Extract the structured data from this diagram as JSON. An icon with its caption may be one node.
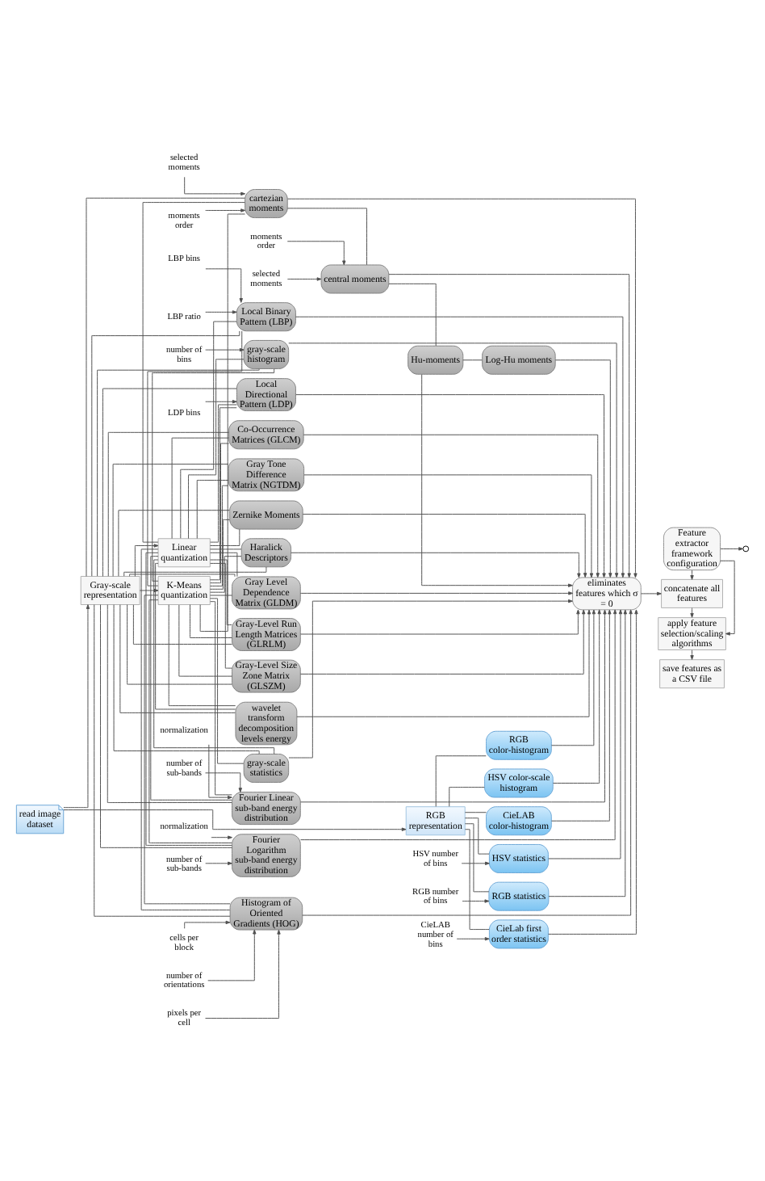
{
  "diagram": {
    "nodes": [
      {
        "text": [
          "read image dataset"
        ]
      },
      {
        "text": [
          "Gray-scale representation"
        ]
      },
      {
        "text": [
          "RGB representation"
        ]
      },
      {
        "text": [
          "Linear quantization"
        ]
      },
      {
        "text": [
          "K-Means quantization"
        ]
      },
      {
        "text": [
          "cartezian moments"
        ]
      },
      {
        "text": [
          "central moments"
        ]
      },
      {
        "text": [
          "Hu-moments"
        ]
      },
      {
        "text": [
          "Log-Hu moments"
        ]
      },
      {
        "text": [
          "gray-scale histogram"
        ]
      },
      {
        "text": [
          "gray-scale statistics"
        ]
      },
      {
        "text": [
          "Local Binary Pattern (LBP)"
        ]
      },
      {
        "text": [
          "Local Directional Pattern (LDP)"
        ]
      },
      {
        "text": [
          "Histogram of Oriented Gradients (HOG)"
        ]
      },
      {
        "text": [
          "Zernike Moments"
        ]
      },
      {
        "text": [
          "Haralick Descriptors"
        ]
      },
      {
        "text": [
          "Co-Occurrence Matrices (GLCM)"
        ]
      },
      {
        "text": [
          "Gray Level Dependence Matrix (GLDM)"
        ]
      },
      {
        "text": [
          "Gray-Level Run Length Matrices (GLRLM)"
        ]
      },
      {
        "text": [
          "Gray-Level Size Zone Matrix (GLSZM)"
        ]
      },
      {
        "text": [
          "Gray Tone Difference Matrix (NGTDM)"
        ]
      },
      {
        "text": [
          "Fourier Linear sub-band energy distribution"
        ]
      },
      {
        "text": [
          "Fourier Logarithm sub-band energy distribution"
        ]
      },
      {
        "text": [
          "wavelet transform decomposition levels energy"
        ]
      },
      {
        "text": [
          "RGB color-histogram"
        ]
      },
      {
        "text": [
          "HSV color-scale histogram"
        ]
      },
      {
        "text": [
          "CieLAB color-histogram"
        ]
      },
      {
        "text": [
          "HSV statistics"
        ]
      },
      {
        "text": [
          "RGB statistics"
        ]
      },
      {
        "text": [
          "CieLab first order statistics"
        ]
      },
      {
        "text": [
          "eliminates features which σ = 0"
        ]
      },
      {
        "text": [
          "concatenate all features"
        ]
      },
      {
        "text": [
          "apply feature selection/scaling algorithms"
        ]
      },
      {
        "text": [
          "save features as a CSV file"
        ]
      },
      {
        "text": [
          "Feature extractor framework configuration"
        ]
      },
      {
        "text": [
          "selected moments"
        ]
      },
      {
        "text": [
          "moments order"
        ]
      },
      {
        "text": [
          "selected moments"
        ]
      },
      {
        "text": [
          "moments order"
        ]
      },
      {
        "text": [
          "number of bins"
        ]
      },
      {
        "text": [
          "LBP ratio"
        ]
      },
      {
        "text": [
          "LBP bins"
        ]
      },
      {
        "text": [
          "LDP bins"
        ]
      },
      {
        "text": [
          "pixels per cell"
        ]
      },
      {
        "text": [
          "cells per block"
        ]
      },
      {
        "text": [
          "number of orientations"
        ]
      },
      {
        "text": [
          "HSV number of bins"
        ]
      },
      {
        "text": [
          "RGB number of bins"
        ]
      },
      {
        "text": [
          "CieLAB number of bins"
        ]
      },
      {
        "text": [
          "normalization"
        ]
      },
      {
        "text": [
          "number of sub-bands"
        ]
      },
      {
        "text": [
          "normalization"
        ]
      },
      {
        "text": [
          "number of sub-bands"
        ]
      }
    ],
    "edges": [
      {
        "from": 0,
        "to": 1,
        "arrow": "to"
      },
      {
        "from": 0,
        "to": 2,
        "arrow": "to"
      },
      {
        "from": 1,
        "to": 3,
        "arrow": "to"
      },
      {
        "from": 1,
        "to": 4,
        "arrow": "to"
      },
      {
        "from": 1,
        "to": 5,
        "arrow": "none"
      },
      {
        "from": 1,
        "to": 9,
        "arrow": "none"
      },
      {
        "from": 1,
        "to": 10,
        "arrow": "none"
      },
      {
        "from": 1,
        "to": 11,
        "arrow": "none"
      },
      {
        "from": 1,
        "to": 12,
        "arrow": "none"
      },
      {
        "from": 1,
        "to": 13,
        "arrow": "none"
      },
      {
        "from": 1,
        "to": 14,
        "arrow": "none"
      },
      {
        "from": 1,
        "to": 15,
        "arrow": "none"
      },
      {
        "from": 1,
        "to": 16,
        "arrow": "none"
      },
      {
        "from": 1,
        "to": 17,
        "arrow": "none"
      },
      {
        "from": 1,
        "to": 18,
        "arrow": "none"
      },
      {
        "from": 1,
        "to": 19,
        "arrow": "none"
      },
      {
        "from": 1,
        "to": 20,
        "arrow": "none"
      },
      {
        "from": 1,
        "to": 21,
        "arrow": "none"
      },
      {
        "from": 1,
        "to": 22,
        "arrow": "none"
      },
      {
        "from": 1,
        "to": 23,
        "arrow": "none"
      },
      {
        "from": 3,
        "to": 5,
        "arrow": "none"
      },
      {
        "from": 3,
        "to": 9,
        "arrow": "none"
      },
      {
        "from": 3,
        "to": 10,
        "arrow": "none"
      },
      {
        "from": 3,
        "to": 11,
        "arrow": "none"
      },
      {
        "from": 3,
        "to": 12,
        "arrow": "none"
      },
      {
        "from": 3,
        "to": 13,
        "arrow": "none"
      },
      {
        "from": 3,
        "to": 14,
        "arrow": "none"
      },
      {
        "from": 3,
        "to": 15,
        "arrow": "none"
      },
      {
        "from": 3,
        "to": 16,
        "arrow": "none"
      },
      {
        "from": 3,
        "to": 17,
        "arrow": "none"
      },
      {
        "from": 3,
        "to": 18,
        "arrow": "none"
      },
      {
        "from": 3,
        "to": 19,
        "arrow": "none"
      },
      {
        "from": 3,
        "to": 20,
        "arrow": "none"
      },
      {
        "from": 3,
        "to": 21,
        "arrow": "none"
      },
      {
        "from": 3,
        "to": 22,
        "arrow": "none"
      },
      {
        "from": 3,
        "to": 23,
        "arrow": "none"
      },
      {
        "from": 4,
        "to": 5,
        "arrow": "none"
      },
      {
        "from": 4,
        "to": 9,
        "arrow": "none"
      },
      {
        "from": 4,
        "to": 10,
        "arrow": "none"
      },
      {
        "from": 4,
        "to": 11,
        "arrow": "none"
      },
      {
        "from": 4,
        "to": 12,
        "arrow": "none"
      },
      {
        "from": 4,
        "to": 13,
        "arrow": "none"
      },
      {
        "from": 4,
        "to": 14,
        "arrow": "none"
      },
      {
        "from": 4,
        "to": 15,
        "arrow": "none"
      },
      {
        "from": 4,
        "to": 16,
        "arrow": "none"
      },
      {
        "from": 4,
        "to": 17,
        "arrow": "none"
      },
      {
        "from": 4,
        "to": 18,
        "arrow": "none"
      },
      {
        "from": 4,
        "to": 19,
        "arrow": "none"
      },
      {
        "from": 4,
        "to": 20,
        "arrow": "none"
      },
      {
        "from": 4,
        "to": 21,
        "arrow": "none"
      },
      {
        "from": 4,
        "to": 22,
        "arrow": "none"
      },
      {
        "from": 4,
        "to": 23,
        "arrow": "none"
      },
      {
        "from": 5,
        "to": 6,
        "arrow": "none"
      },
      {
        "from": 6,
        "to": 7,
        "arrow": "none"
      },
      {
        "from": 7,
        "to": 8,
        "arrow": "none"
      },
      {
        "from": 2,
        "to": 24,
        "arrow": "none"
      },
      {
        "from": 2,
        "to": 25,
        "arrow": "none"
      },
      {
        "from": 2,
        "to": 26,
        "arrow": "none"
      },
      {
        "from": 2,
        "to": 27,
        "arrow": "none"
      },
      {
        "from": 2,
        "to": 28,
        "arrow": "none"
      },
      {
        "from": 2,
        "to": 29,
        "arrow": "none"
      },
      {
        "from": 5,
        "to": 30,
        "arrow": "to"
      },
      {
        "from": 6,
        "to": 30,
        "arrow": "to"
      },
      {
        "from": 7,
        "to": 30,
        "arrow": "to"
      },
      {
        "from": 8,
        "to": 30,
        "arrow": "to"
      },
      {
        "from": 9,
        "to": 30,
        "arrow": "to"
      },
      {
        "from": 10,
        "to": 30,
        "arrow": "to"
      },
      {
        "from": 11,
        "to": 30,
        "arrow": "to"
      },
      {
        "from": 12,
        "to": 30,
        "arrow": "to"
      },
      {
        "from": 13,
        "to": 30,
        "arrow": "to"
      },
      {
        "from": 14,
        "to": 30,
        "arrow": "to"
      },
      {
        "from": 15,
        "to": 30,
        "arrow": "to"
      },
      {
        "from": 16,
        "to": 30,
        "arrow": "to"
      },
      {
        "from": 17,
        "to": 30,
        "arrow": "to"
      },
      {
        "from": 18,
        "to": 30,
        "arrow": "to"
      },
      {
        "from": 19,
        "to": 30,
        "arrow": "to"
      },
      {
        "from": 20,
        "to": 30,
        "arrow": "to"
      },
      {
        "from": 21,
        "to": 30,
        "arrow": "to"
      },
      {
        "from": 22,
        "to": 30,
        "arrow": "to"
      },
      {
        "from": 23,
        "to": 30,
        "arrow": "to"
      },
      {
        "from": 24,
        "to": 30,
        "arrow": "to"
      },
      {
        "from": 25,
        "to": 30,
        "arrow": "to"
      },
      {
        "from": 26,
        "to": 30,
        "arrow": "to"
      },
      {
        "from": 27,
        "to": 30,
        "arrow": "to"
      },
      {
        "from": 28,
        "to": 30,
        "arrow": "to"
      },
      {
        "from": 29,
        "to": 30,
        "arrow": "to"
      },
      {
        "from": 30,
        "to": 31,
        "arrow": "to"
      },
      {
        "from": 31,
        "to": 32,
        "arrow": "to"
      },
      {
        "from": 32,
        "to": 33,
        "arrow": "to"
      },
      {
        "from": 34,
        "to": 31,
        "arrow": "to"
      },
      {
        "from": 34,
        "to": 32,
        "arrow": "to"
      },
      {
        "from": 34,
        "to": null,
        "arrow": "to"
      },
      {
        "from": 35,
        "to": 5,
        "arrow": "to"
      },
      {
        "from": 36,
        "to": 5,
        "arrow": "to"
      },
      {
        "from": 37,
        "to": 6,
        "arrow": "to"
      },
      {
        "from": 38,
        "to": 6,
        "arrow": "to"
      },
      {
        "from": 39,
        "to": 9,
        "arrow": "to"
      },
      {
        "from": 40,
        "to": 11,
        "arrow": "to"
      },
      {
        "from": 41,
        "to": 11,
        "arrow": "to"
      },
      {
        "from": 42,
        "to": 12,
        "arrow": "to"
      },
      {
        "from": 43,
        "to": 13,
        "arrow": "to"
      },
      {
        "from": 44,
        "to": 13,
        "arrow": "to"
      },
      {
        "from": 45,
        "to": 13,
        "arrow": "to"
      },
      {
        "from": 46,
        "to": 27,
        "arrow": "to"
      },
      {
        "from": 47,
        "to": 28,
        "arrow": "to"
      },
      {
        "from": 48,
        "to": 29,
        "arrow": "to"
      },
      {
        "from": 49,
        "to": 21,
        "arrow": "to"
      },
      {
        "from": 50,
        "to": 21,
        "arrow": "to"
      },
      {
        "from": 51,
        "to": 22,
        "arrow": "to"
      },
      {
        "from": 52,
        "to": 22,
        "arrow": "to"
      }
    ]
  }
}
